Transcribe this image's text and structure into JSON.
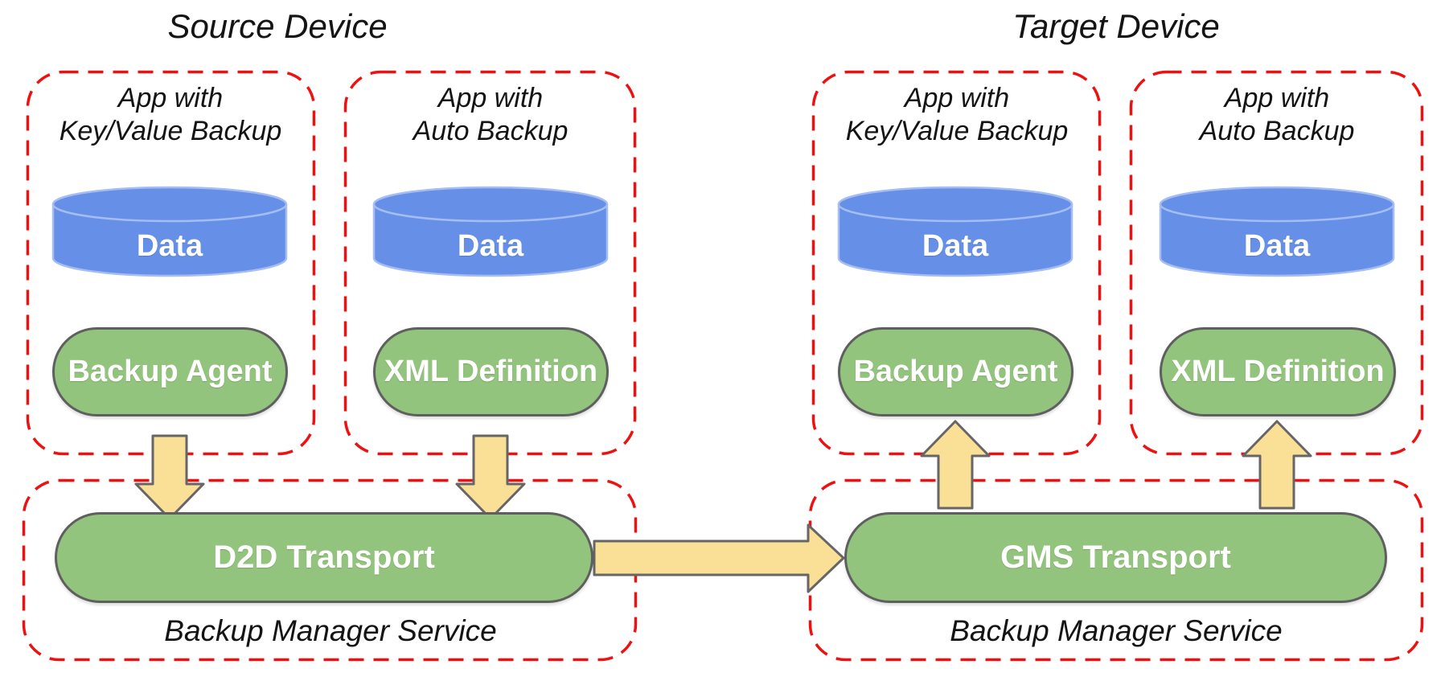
{
  "colors": {
    "outline_red": "#ee1111",
    "cylinder_blue": "#6690e8",
    "cylinder_rim": "#a5bdf2",
    "component_green": "#93c47d",
    "component_border": "#5f5f5f",
    "arrow_yellow": "#fadf96",
    "arrow_border": "#666666",
    "label_black": "#141414",
    "pill_text_white": "#ffffff"
  },
  "source": {
    "title": "Source Device",
    "apps": [
      {
        "name_line1": "App with",
        "name_line2": "Key/Value Backup",
        "storage_label": "Data",
        "component_label": "Backup Agent"
      },
      {
        "name_line1": "App with",
        "name_line2": "Auto Backup",
        "storage_label": "Data",
        "component_label": "XML Definition"
      }
    ],
    "service": {
      "transport_label": "D2D Transport",
      "service_label": "Backup Manager Service"
    }
  },
  "target": {
    "title": "Target Device",
    "apps": [
      {
        "name_line1": "App with",
        "name_line2": "Key/Value Backup",
        "storage_label": "Data",
        "component_label": "Backup Agent"
      },
      {
        "name_line1": "App with",
        "name_line2": "Auto Backup",
        "storage_label": "Data",
        "component_label": "XML Definition"
      }
    ],
    "service": {
      "transport_label": "GMS Transport",
      "service_label": "Backup Manager Service"
    }
  }
}
